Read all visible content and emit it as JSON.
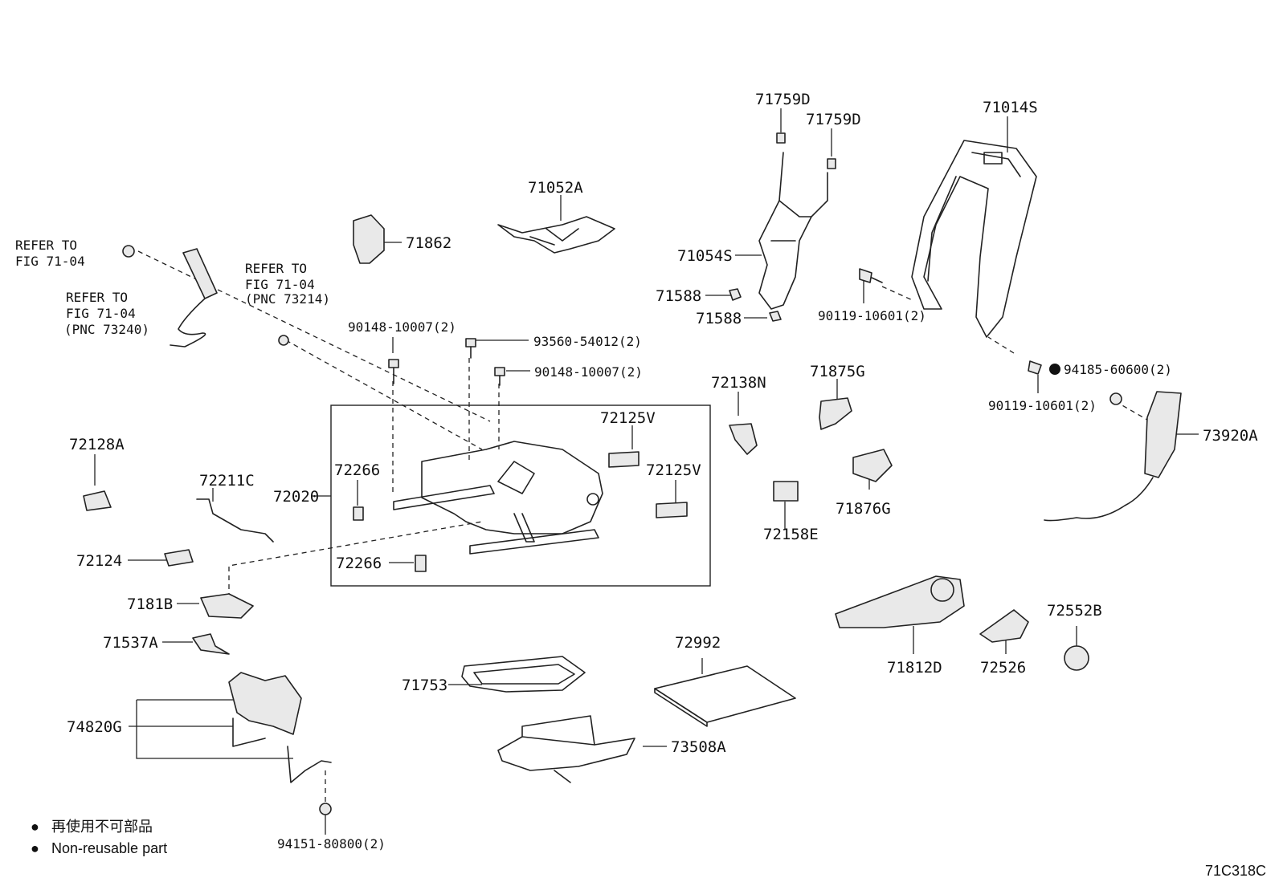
{
  "diagram_id": "71C318C",
  "references": [
    {
      "line1": "REFER TO",
      "line2": "FIG 71-04",
      "line3": ""
    },
    {
      "line1": "REFER TO",
      "line2": "FIG 71-04",
      "line3": "(PNC 73240)"
    },
    {
      "line1": "REFER TO",
      "line2": "FIG 71-04",
      "line3": "(PNC 73214)"
    }
  ],
  "parts": [
    "71759D",
    "71759D",
    "71014S",
    "71052A",
    "71862",
    "71054S",
    "71588",
    "71588",
    "90119-10601(2)",
    "90148-10007(2)",
    "93560-54012(2)",
    "90148-10007(2)",
    "94185-60600(2)",
    "90119-10601(2)",
    "72138N",
    "71875G",
    "72125V",
    "72125V",
    "73920A",
    "72128A",
    "72266",
    "72211C",
    "72020",
    "71876G",
    "72158E",
    "72124",
    "72266",
    "7181B",
    "72552B",
    "71537A",
    "72992",
    "71812D",
    "72526",
    "71753",
    "74820G",
    "73508A",
    "94151-80800(2)"
  ],
  "legend": [
    {
      "marker": "●",
      "text": "再使用不可部品"
    },
    {
      "marker": "●",
      "text": "Non-reusable part"
    }
  ],
  "colors": {
    "ink": "#222222",
    "background": "#ffffff"
  }
}
